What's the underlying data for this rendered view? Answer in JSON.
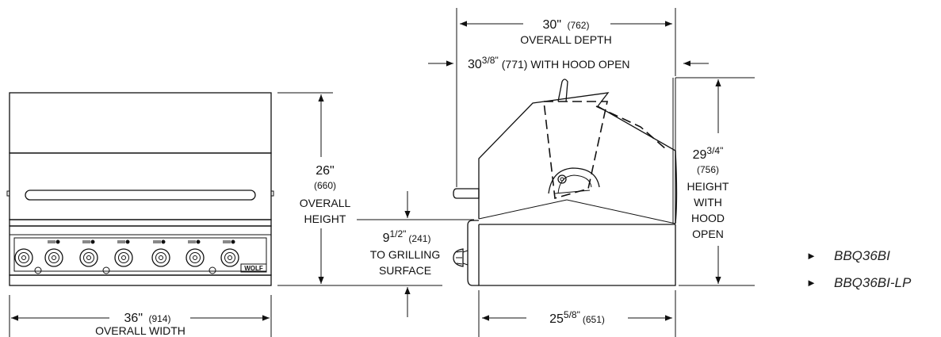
{
  "front_view": {
    "width": {
      "main": "36\"",
      "metric": "(914)",
      "caption": "OVERALL WIDTH"
    },
    "height": {
      "main": "26\"",
      "metric": "(660)",
      "caption_line1": "OVERALL",
      "caption_line2": "HEIGHT"
    },
    "grill_surface": {
      "main_whole": "9",
      "main_frac": "1/2\"",
      "metric": "(241)",
      "caption_line1": "TO GRILLING",
      "caption_line2": "SURFACE"
    },
    "brand_badge": "WOLF"
  },
  "side_view": {
    "depth": {
      "main": "30\"",
      "metric": "(762)",
      "caption": "OVERALL DEPTH"
    },
    "depth_open": {
      "whole": "30",
      "frac": "3/8\"",
      "rest": "(771) WITH HOOD OPEN"
    },
    "height_open": {
      "whole": "29",
      "frac": "3/4\"",
      "metric": "(756)",
      "line1": "HEIGHT",
      "line2": "WITH",
      "line3": "HOOD",
      "line4": "OPEN"
    },
    "base_depth": {
      "whole": "25",
      "frac": "5/8\"",
      "metric": "(651)"
    }
  },
  "models": [
    {
      "bullet": "►",
      "name": "BBQ36BI",
      "color": "#c0392b"
    },
    {
      "bullet": "►",
      "name": "BBQ36BI-LP",
      "color": "#c0392b"
    }
  ]
}
